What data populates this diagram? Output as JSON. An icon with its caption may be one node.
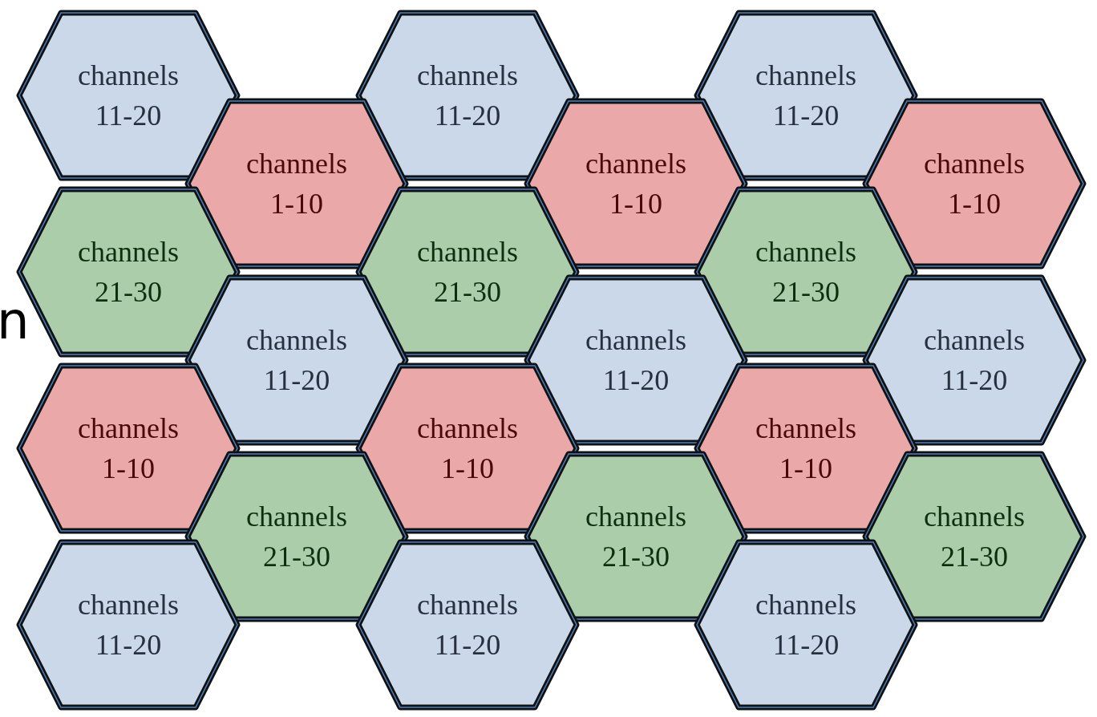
{
  "diagram": {
    "nodes": [
      {
        "text": [
          "channels 11-20"
        ]
      },
      {
        "text": [
          "channels 11-20"
        ]
      },
      {
        "text": [
          "channels 11-20"
        ]
      },
      {
        "text": [
          "channels 1-10"
        ]
      },
      {
        "text": [
          "channels 1-10"
        ]
      },
      {
        "text": [
          "channels 1-10"
        ]
      },
      {
        "text": [
          "channels 21-30"
        ]
      },
      {
        "text": [
          "channels 21-30"
        ]
      },
      {
        "text": [
          "channels 21-30"
        ]
      },
      {
        "text": [
          "channels 11-20"
        ]
      },
      {
        "text": [
          "channels 11-20"
        ]
      },
      {
        "text": [
          "channels 11-20"
        ]
      },
      {
        "text": [
          "channels 1-10"
        ]
      },
      {
        "text": [
          "channels 1-10"
        ]
      },
      {
        "text": [
          "channels 1-10"
        ]
      },
      {
        "text": [
          "channels 21-30"
        ]
      },
      {
        "text": [
          "channels 21-30"
        ]
      },
      {
        "text": [
          "channels 21-30"
        ]
      },
      {
        "text": [
          "channels 11-20"
        ]
      },
      {
        "text": [
          "channels 11-20"
        ]
      },
      {
        "text": [
          "channels 11-20"
        ]
      }
    ],
    "labels": [
      "n"
    ]
  }
}
